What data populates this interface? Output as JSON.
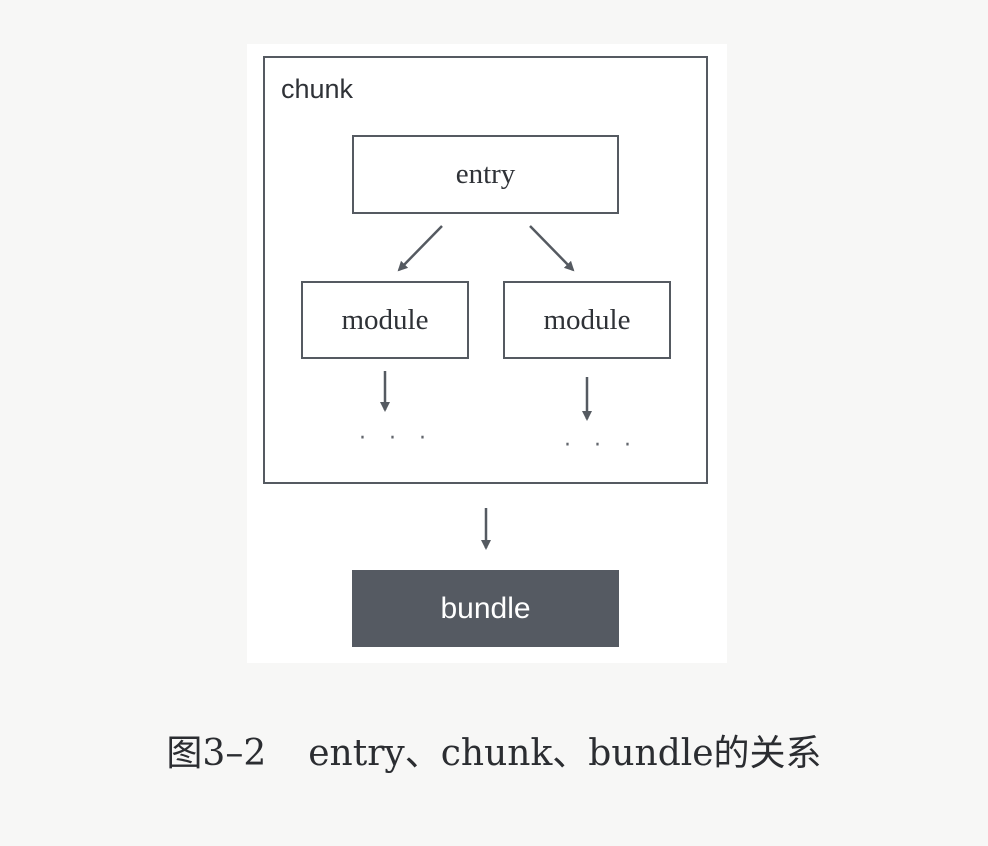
{
  "diagram": {
    "container_label": "chunk",
    "nodes": {
      "entry": "entry",
      "module_left": "module",
      "module_right": "module",
      "bundle": "bundle"
    },
    "ellipsis_left": "· · ·",
    "ellipsis_right": "· · ·",
    "edges": [
      {
        "from": "entry",
        "to": "module_left"
      },
      {
        "from": "entry",
        "to": "module_right"
      },
      {
        "from": "module_left",
        "to": "ellipsis_left"
      },
      {
        "from": "module_right",
        "to": "ellipsis_right"
      },
      {
        "from": "chunk",
        "to": "bundle"
      }
    ],
    "colors": {
      "stroke": "#555a61",
      "bundle_fill": "#555a62",
      "canvas_bg": "#ffffff",
      "page_bg": "#f7f7f6"
    }
  },
  "caption": {
    "figure_number": "图3–2",
    "text": "entry、chunk、bundle的关系"
  }
}
